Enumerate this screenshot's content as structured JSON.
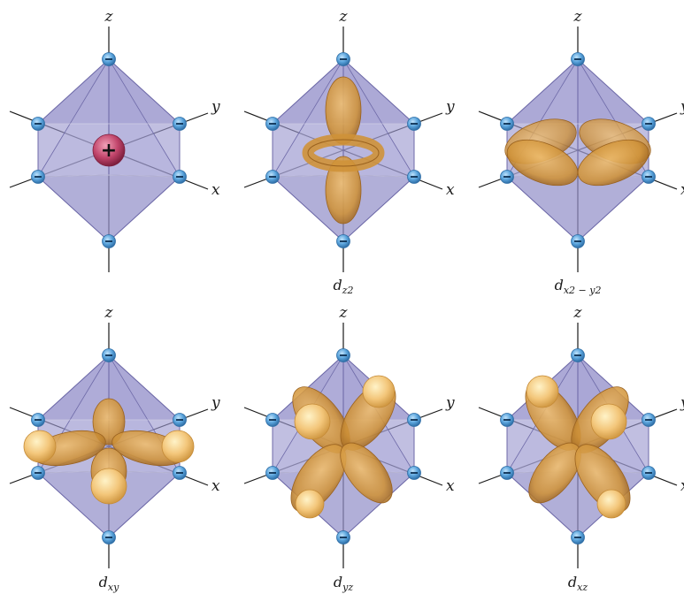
{
  "axes": {
    "z": "z",
    "y": "y",
    "x": "x"
  },
  "colors": {
    "octa_face": "#9b98cf",
    "octa_face_dark": "#8580c0",
    "octa_edge": "#6e6aa8",
    "axis_line": "#1a1a1a",
    "ligand": "#5aa4dc",
    "ligand_dark": "#2f6ea6",
    "metal": "#c0446a",
    "lobe": "#cf9238",
    "lobe_light": "#f3c67a",
    "lobe_dark": "#9a621f"
  },
  "metal_symbol": "+",
  "ligand_symbol": "−",
  "panels": [
    {
      "id": "metal",
      "caption": {
        "base": "",
        "sub": ""
      }
    },
    {
      "id": "dz2",
      "caption": {
        "base": "d",
        "sub": "z2"
      }
    },
    {
      "id": "dx2y2",
      "caption": {
        "base": "d",
        "sub": "x2 − y2"
      }
    },
    {
      "id": "dxy",
      "caption": {
        "base": "d",
        "sub": "xy"
      }
    },
    {
      "id": "dyz",
      "caption": {
        "base": "d",
        "sub": "yz"
      }
    },
    {
      "id": "dxz",
      "caption": {
        "base": "d",
        "sub": "xz"
      }
    }
  ]
}
